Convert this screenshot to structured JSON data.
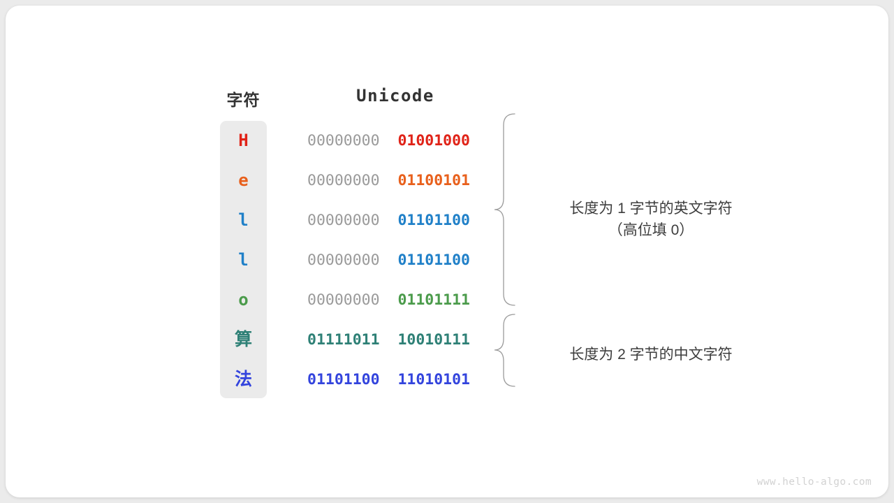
{
  "figure": {
    "headers": {
      "char": "字符",
      "unicode": "Unicode"
    },
    "rows": [
      {
        "char": "H",
        "script": "latin",
        "color": "#e02318",
        "high_bits": "00000000",
        "low_bits": "01001000"
      },
      {
        "char": "e",
        "script": "latin",
        "color": "#e8601c",
        "high_bits": "00000000",
        "low_bits": "01100101"
      },
      {
        "char": "l",
        "script": "latin",
        "color": "#2080c8",
        "high_bits": "00000000",
        "low_bits": "01101100"
      },
      {
        "char": "l",
        "script": "latin",
        "color": "#2080c8",
        "high_bits": "00000000",
        "low_bits": "01101100"
      },
      {
        "char": "o",
        "script": "latin",
        "color": "#4b9b4b",
        "high_bits": "00000000",
        "low_bits": "01101111"
      },
      {
        "char": "算",
        "script": "han",
        "color": "#2e8076",
        "high_bits": "01111011",
        "low_bits": "10010111"
      },
      {
        "char": "法",
        "script": "han",
        "color": "#3344dd",
        "high_bits": "01101100",
        "low_bits": "11010101"
      }
    ],
    "annotations": [
      {
        "text": "长度为 1 字节的英文字符\n（高位填 0）",
        "covers_rows": [
          0,
          1,
          2,
          3,
          4
        ]
      },
      {
        "text": "长度为 2 字节的中文字符",
        "covers_rows": [
          5,
          6
        ]
      }
    ],
    "watermark": "www.hello-algo.com",
    "colors": {
      "canvas": "#ebebeb",
      "card": "#ffffff",
      "char_panel": "#ebebeb",
      "high_bits": "#9a9a9a",
      "header_text": "#333333",
      "annotation_text": "#3d3d3d",
      "brace": "#9b9b9b",
      "watermark": "#d2d2d2"
    }
  }
}
